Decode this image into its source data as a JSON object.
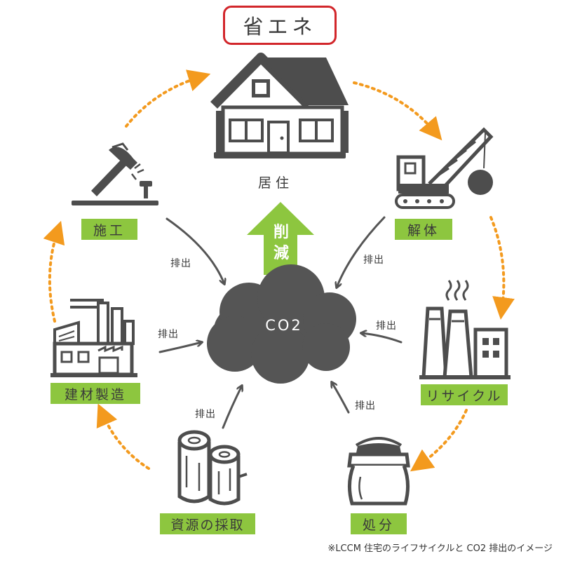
{
  "title": "省エネ",
  "center": {
    "label": "CO2",
    "reduce_char_1": "削",
    "reduce_char_2": "減"
  },
  "stages": {
    "residence": "居住",
    "demolition": "解体",
    "recycle": "リサイクル",
    "disposal": "処分",
    "extraction": "資源の採取",
    "materials": "建材製造",
    "construction": "施工"
  },
  "emission_label": "排出",
  "footnote": "※LCCM 住宅のライフサイクルと CO2 排出のイメージ",
  "colors": {
    "accent_green": "#8dc63f",
    "title_border_red": "#d2262b",
    "cycle_arrow_orange": "#f39a1e",
    "icon_gray": "#4d4d4d",
    "cloud_gray": "#555555"
  }
}
